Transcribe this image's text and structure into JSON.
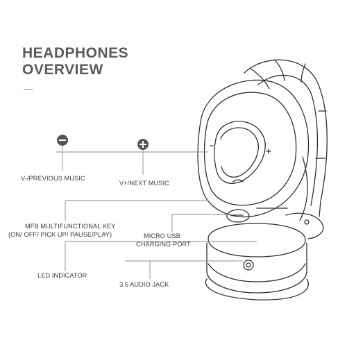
{
  "title": {
    "line1": "HEADPHONES",
    "line2": "OVERVIEW"
  },
  "labels": {
    "volume_down": "V-/PREVIOUS MUSIC",
    "volume_up": "V+/NEXT MUSIC",
    "mfb_line1": "MFB MULTIFUNCTIONAL KEY",
    "mfb_line2": "(ON/ OFF/ PICK UP/ PAUSE/PLAY)",
    "usb_line1": "MICRO USB",
    "usb_line2": "CHARGING PORT",
    "led": "LED INDICATOR",
    "audio_jack": "3.5 AUDIO JACK"
  },
  "icons": {
    "minus": "minus-circle-icon",
    "plus": "plus-circle-icon"
  },
  "colors": {
    "title": "#5a5a5a",
    "text": "#3a3a3a",
    "lines": "#8a8a8a",
    "icon_fill": "#555555"
  }
}
